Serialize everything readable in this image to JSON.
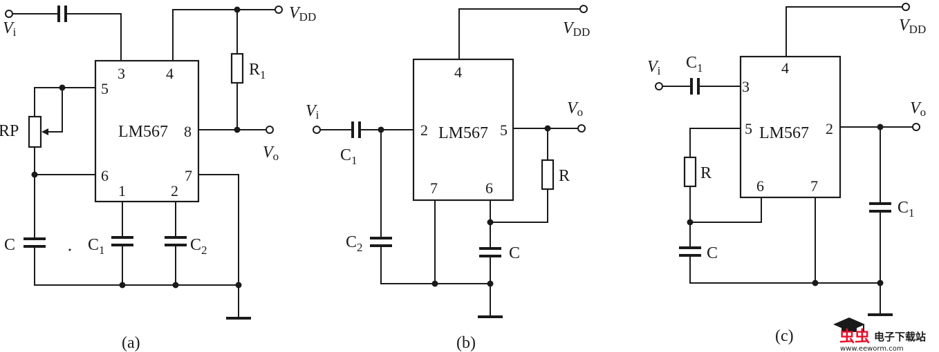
{
  "circuit_a": {
    "chip": "LM567",
    "caption": "(a)",
    "pins": {
      "p3": "3",
      "p4": "4",
      "p5": "5",
      "p6": "6",
      "p7": "7",
      "p8": "8",
      "p1": "1",
      "p2": "2"
    },
    "labels": {
      "vi_main": "V",
      "vi_sub": "i",
      "vdd_main": "V",
      "vdd_sub": "DD",
      "vo_main": "V",
      "vo_sub": "o",
      "r1_main": "R",
      "r1_sub": "1",
      "rp": "RP",
      "c": "C",
      "c1_main": "C",
      "c1_sub": "1",
      "c2_main": "C",
      "c2_sub": "2"
    }
  },
  "circuit_b": {
    "chip": "LM567",
    "caption": "(b)",
    "pins": {
      "p4": "4",
      "p2": "2",
      "p5": "5",
      "p7": "7",
      "p6": "6"
    },
    "labels": {
      "vi_main": "V",
      "vi_sub": "i",
      "vdd_main": "V",
      "vdd_sub": "DD",
      "vo_main": "V",
      "vo_sub": "o",
      "c1_main": "C",
      "c1_sub": "1",
      "c2_main": "C",
      "c2_sub": "2",
      "r": "R",
      "c": "C"
    }
  },
  "circuit_c": {
    "chip": "LM567",
    "caption": "(c)",
    "pins": {
      "p4": "4",
      "p3": "3",
      "p5": "5",
      "p2": "2",
      "p6": "6",
      "p7": "7"
    },
    "labels": {
      "vi_main": "V",
      "vi_sub": "i",
      "vdd_main": "V",
      "vdd_sub": "DD",
      "vo_main": "V",
      "vo_sub": "o",
      "c1_in_main": "C",
      "c1_in_sub": "1",
      "c1_out_main": "C",
      "c1_out_sub": "1",
      "r": "R",
      "c": "C"
    }
  },
  "watermark": {
    "logo": "虫虫",
    "site_name": "电子下载站",
    "url": "www.eeworm.com",
    "logo_color": "#e8102a"
  }
}
